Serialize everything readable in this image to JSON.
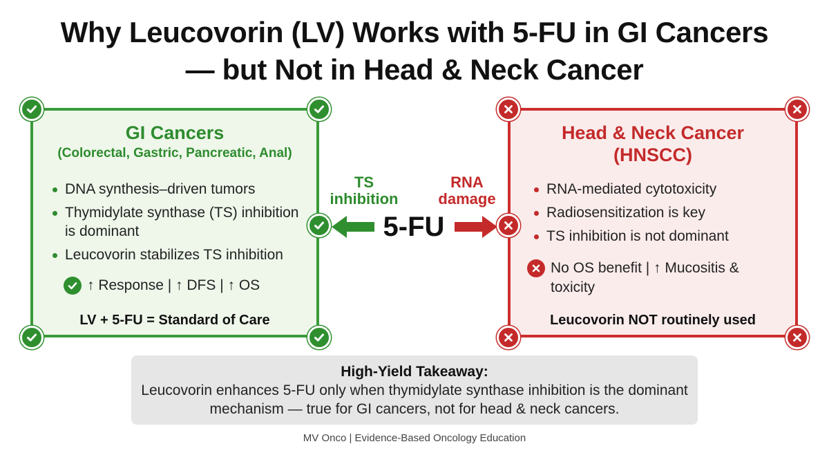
{
  "title": {
    "line1": "Why Leucovorin (LV) Works with 5-FU in GI Cancers",
    "line2": "— but Not in Head & Neck Cancer"
  },
  "gi_panel": {
    "heading": "GI Cancers",
    "subheading": "(Colorectal, Gastric, Pancreatic, Anal)",
    "bullets": [
      "DNA synthesis–driven tumors",
      "Thymidylate synthase (TS) inhibition is dominant",
      "Leucovorin stabilizes TS inhibition"
    ],
    "outcome": "↑ Response | ↑ DFS | ↑ OS",
    "footer": "LV + 5-FU = Standard of Care"
  },
  "hn_panel": {
    "heading": "Head & Neck Cancer",
    "subheading": "(HNSCC)",
    "bullets": [
      "RNA-mediated cytotoxicity",
      "Radiosensitization is key",
      "TS inhibition is not dominant"
    ],
    "outcome": "No OS benefit | ↑ Mucositis & toxicity",
    "footer": "Leucovorin NOT routinely used"
  },
  "center": {
    "drug": "5-FU",
    "left_mechanism": "TS inhibition",
    "right_mechanism": "RNA damage"
  },
  "takeaway": {
    "heading": "High-Yield Takeaway:",
    "body": "Leucovorin enhances 5-FU only when thymidylate synthase inhibition is the dominant mechanism — true for GI cancers, not for head & neck cancers."
  },
  "footer": "MV Onco | Evidence-Based Oncology Education",
  "icons": {
    "positive": "check-circle-icon",
    "negative": "x-circle-icon"
  },
  "colors": {
    "gi_accent": "#2e8b2e",
    "hn_accent": "#c42a2a",
    "takeaway_bg": "#e6e6e6"
  }
}
